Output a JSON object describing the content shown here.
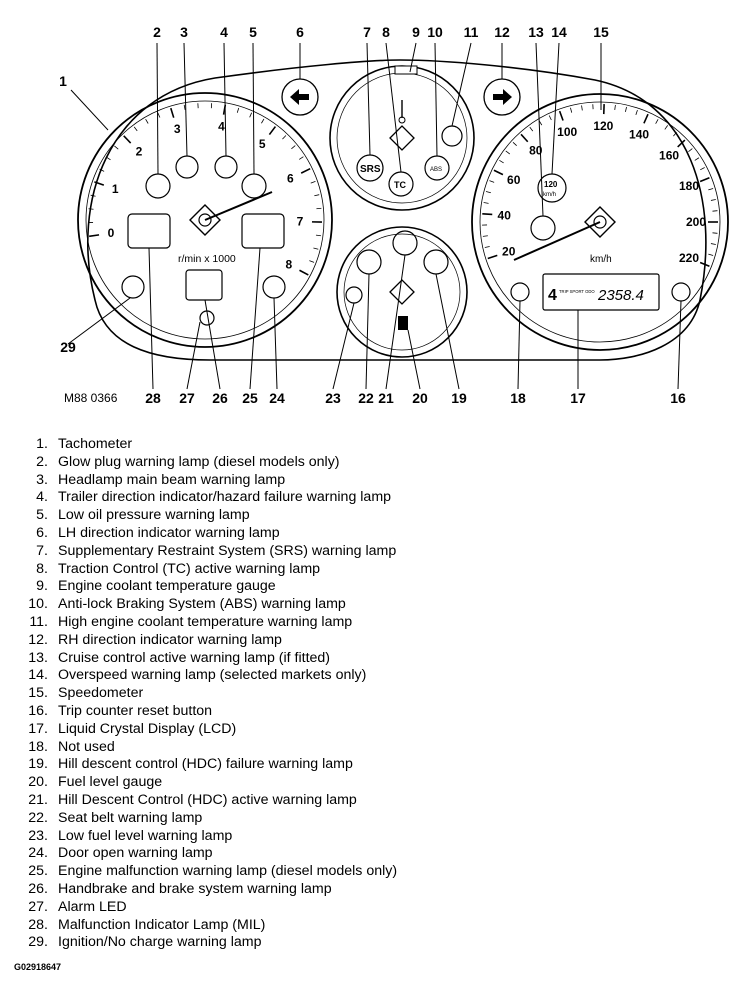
{
  "figure": {
    "code": "M88 0366",
    "image_id": "G02918647",
    "tach_scale_label": "r/min x 1000",
    "speed_unit": "km/h",
    "odometer": "2358.4",
    "lcd_mode_text": "TRIP SPORT ODO",
    "lcd_mode_digit": "4",
    "overspeed_label": "120",
    "overspeed_unit": "km/h",
    "srs_label": "SRS",
    "tc_label": "TC",
    "abs_label": "ABS"
  },
  "tach_ticks": [
    "0",
    "1",
    "2",
    "3",
    "4",
    "5",
    "6",
    "7",
    "8"
  ],
  "speed_ticks": [
    "20",
    "40",
    "60",
    "80",
    "100",
    "120",
    "140",
    "160",
    "180",
    "200",
    "220"
  ],
  "callouts": [
    "1",
    "2",
    "3",
    "4",
    "5",
    "6",
    "7",
    "8",
    "9",
    "10",
    "11",
    "12",
    "13",
    "14",
    "15",
    "16",
    "17",
    "18",
    "19",
    "20",
    "21",
    "22",
    "23",
    "24",
    "25",
    "26",
    "27",
    "28",
    "29"
  ],
  "legend": [
    {
      "n": "1.",
      "label": "Tachometer"
    },
    {
      "n": "2.",
      "label": "Glow plug warning lamp (diesel models only)"
    },
    {
      "n": "3.",
      "label": "Headlamp main beam warning lamp"
    },
    {
      "n": "4.",
      "label": "Trailer direction indicator/hazard failure warning lamp"
    },
    {
      "n": "5.",
      "label": "Low oil pressure warning lamp"
    },
    {
      "n": "6.",
      "label": "LH direction indicator warning lamp"
    },
    {
      "n": "7.",
      "label": "Supplementary Restraint System (SRS) warning lamp"
    },
    {
      "n": "8.",
      "label": "Traction Control (TC) active warning lamp"
    },
    {
      "n": "9.",
      "label": "Engine coolant temperature gauge"
    },
    {
      "n": "10.",
      "label": "Anti-lock Braking System (ABS) warning lamp"
    },
    {
      "n": "11.",
      "label": "High engine coolant temperature warning lamp"
    },
    {
      "n": "12.",
      "label": "RH direction indicator warning lamp"
    },
    {
      "n": "13.",
      "label": "Cruise control active warning lamp (if fitted)"
    },
    {
      "n": "14.",
      "label": "Overspeed warning lamp (selected markets only)"
    },
    {
      "n": "15.",
      "label": "Speedometer"
    },
    {
      "n": "16.",
      "label": "Trip counter reset button"
    },
    {
      "n": "17.",
      "label": "Liquid Crystal Display (LCD)"
    },
    {
      "n": "18.",
      "label": "Not used"
    },
    {
      "n": "19.",
      "label": "Hill descent control (HDC) failure warning lamp"
    },
    {
      "n": "20.",
      "label": "Fuel level gauge"
    },
    {
      "n": "21.",
      "label": "Hill Descent Control (HDC) active warning lamp"
    },
    {
      "n": "22.",
      "label": "Seat belt warning lamp"
    },
    {
      "n": "23.",
      "label": "Low fuel level warning lamp"
    },
    {
      "n": "24.",
      "label": "Door open warning lamp"
    },
    {
      "n": "25.",
      "label": "Engine malfunction warning lamp (diesel models only)"
    },
    {
      "n": "26.",
      "label": "Handbrake and brake system warning lamp"
    },
    {
      "n": "27.",
      "label": "Alarm LED"
    },
    {
      "n": "28.",
      "label": "Malfunction Indicator Lamp (MIL)"
    },
    {
      "n": "29.",
      "label": "Ignition/No charge warning lamp"
    }
  ]
}
